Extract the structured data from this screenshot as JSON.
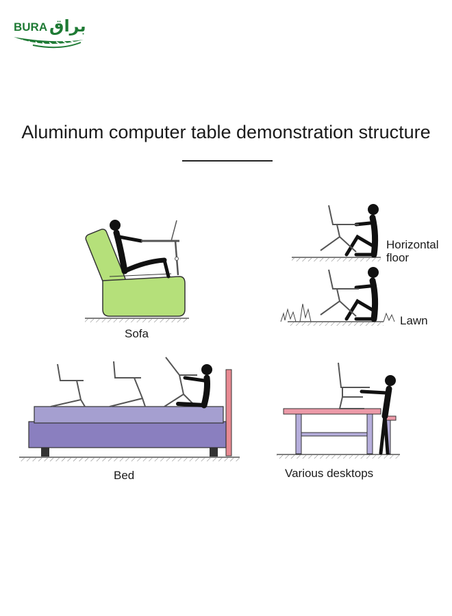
{
  "brand": {
    "latin": "BURA",
    "arabic": "براق"
  },
  "title": "Aluminum computer table demonstration structure",
  "scenes": {
    "sofa": "Sofa",
    "floor_line1": "Horizontal",
    "floor_line2": "floor",
    "lawn": "Lawn",
    "bed": "Bed",
    "desktops": "Various desktops"
  },
  "colors": {
    "brand_green": "#1e7a34",
    "sofa_green": "#b5e07a",
    "bed_mattress": "#a59fd0",
    "bed_base": "#8a7fbf",
    "bed_headboard": "#e88a92",
    "desk_top": "#ec9aa8",
    "desk_legs": "#b6aedc"
  }
}
